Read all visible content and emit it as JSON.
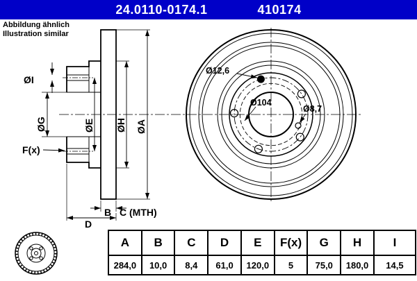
{
  "header": {
    "part_number": "24.0110-0174.1",
    "ref_number": "410174"
  },
  "colors": {
    "header_bg": "#0000C8",
    "drawing_line": "#000000"
  },
  "note": {
    "line1": "Abbildung ähnlich",
    "line2": "Illustration similar"
  },
  "drawing": {
    "labels": {
      "dia_i": "ØI",
      "dia_g": "ØG",
      "dia_e": "ØE",
      "dia_h": "ØH",
      "dia_a": "ØA",
      "f_x": "F(x)",
      "b": "B",
      "c_mth": "C (MTH)",
      "d": "D",
      "dia_12_6": "Ø12,6",
      "dia_104": "Ø104",
      "dia_8_7": "Ø8,7"
    }
  },
  "table": {
    "headers": [
      "A",
      "B",
      "C",
      "D",
      "E",
      "F(x)",
      "G",
      "H",
      "I"
    ],
    "values": [
      "284,0",
      "10,0",
      "8,4",
      "61,0",
      "120,0",
      "5",
      "75,0",
      "180,0",
      "14,5"
    ]
  }
}
